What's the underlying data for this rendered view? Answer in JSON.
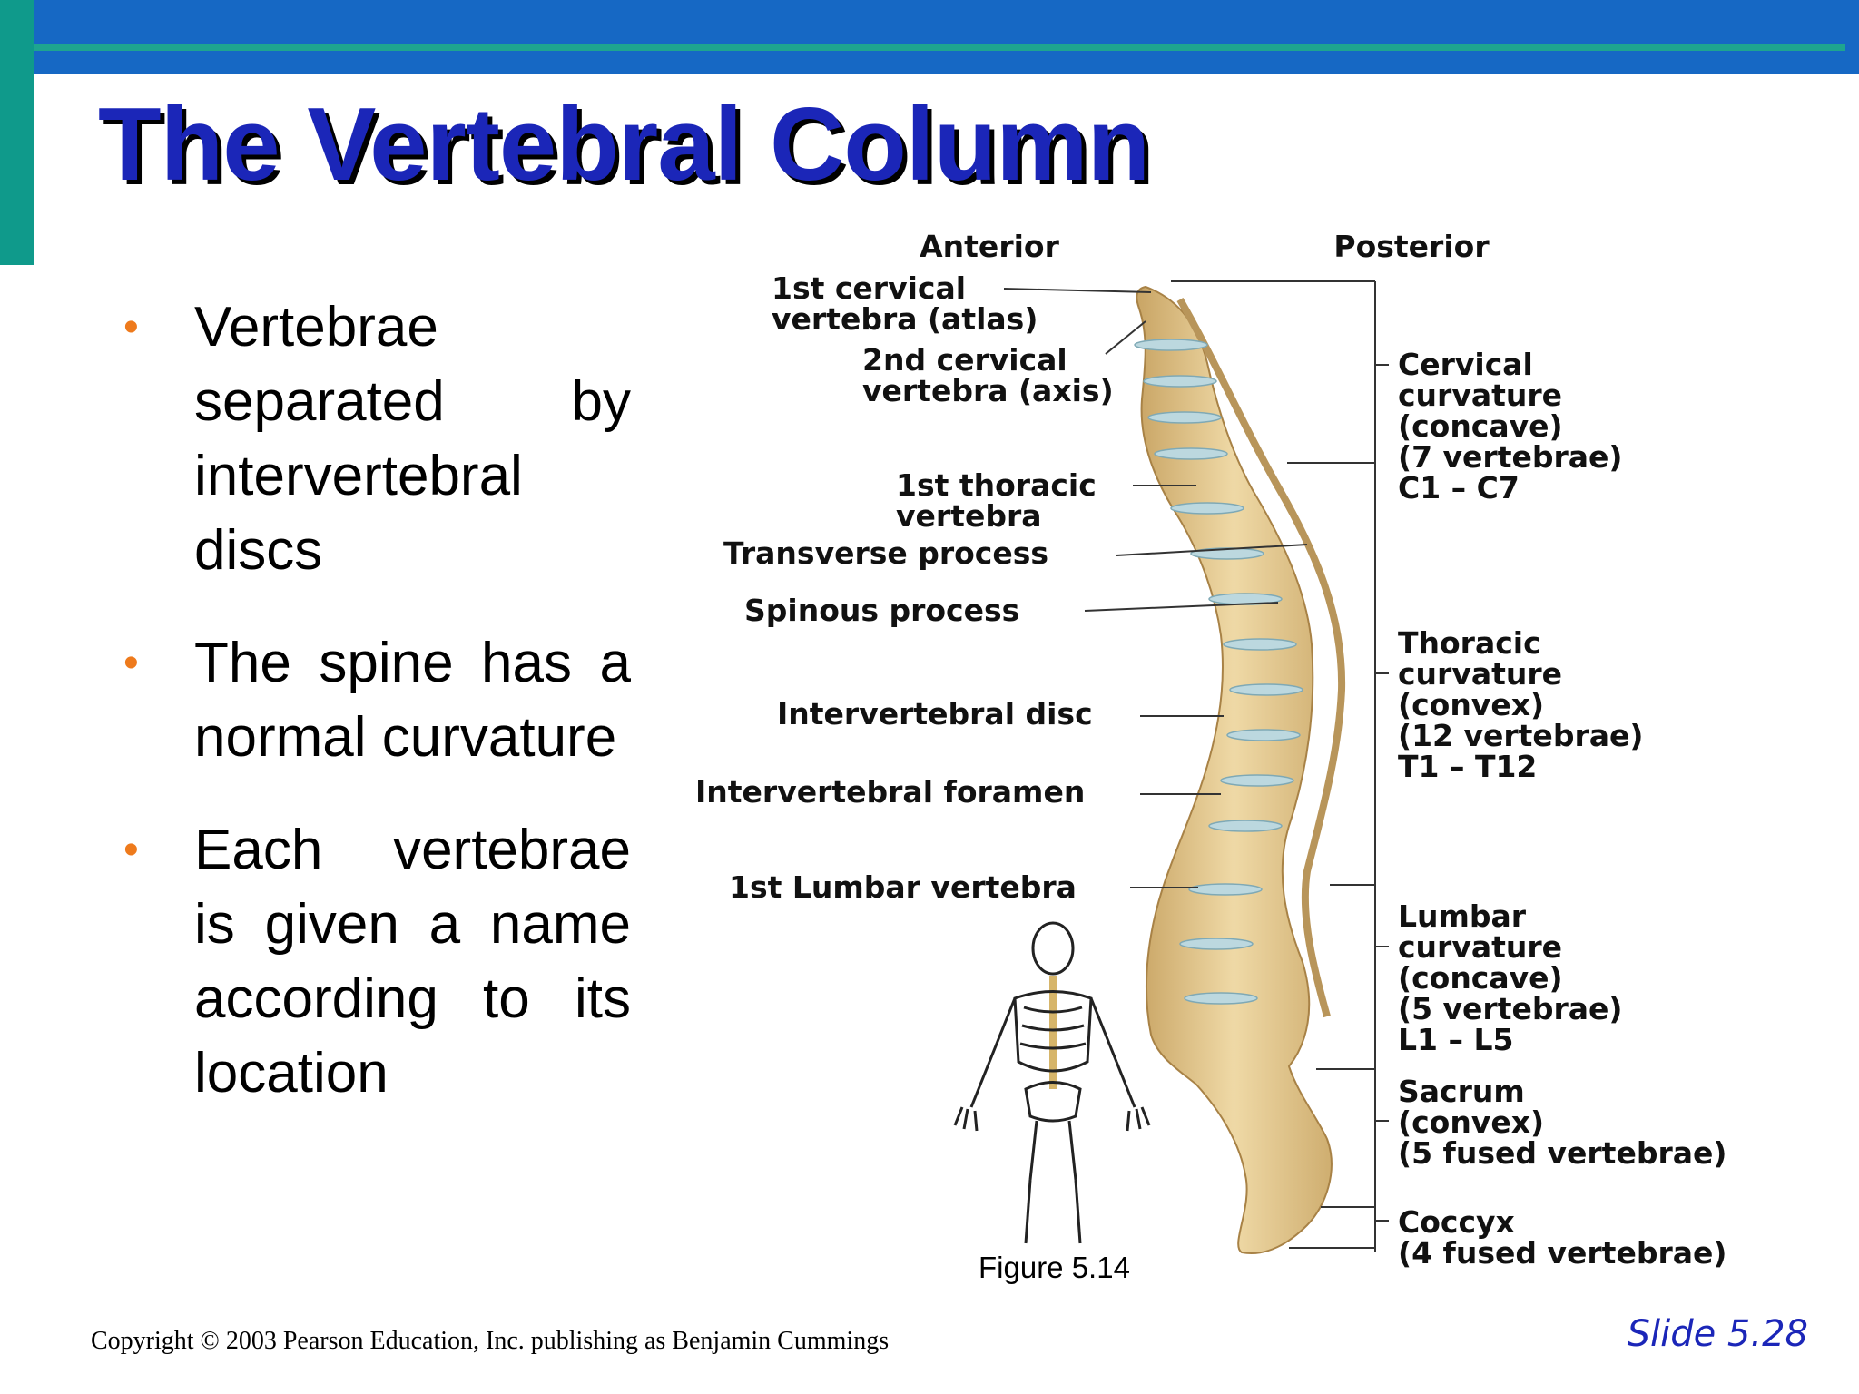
{
  "slide": {
    "title": "The Vertebral Column",
    "bullets": [
      "Vertebrae separated by intervertebral discs",
      "The spine has a normal curvature",
      "Each vertebrae is given a name according to its location"
    ],
    "colors": {
      "title": "#1b26b8",
      "bullet_marker": "#ee7a1c",
      "top_bar": "#1668c4",
      "accent_bar": "#0f9a8b",
      "bone": "#e6cc94",
      "disc": "#b9d6de"
    }
  },
  "figure": {
    "headers": {
      "anterior": "Anterior",
      "posterior": "Posterior"
    },
    "left_labels": [
      [
        "1st cervical",
        "vertebra (atlas)"
      ],
      [
        "2nd cervical",
        "vertebra (axis)"
      ],
      [
        "1st thoracic",
        "vertebra"
      ],
      [
        "Transverse process"
      ],
      [
        "Spinous process"
      ],
      [
        "Intervertebral disc"
      ],
      [
        "Intervertebral foramen"
      ],
      [
        "1st Lumbar vertebra"
      ]
    ],
    "regions": [
      {
        "name": "Cervical",
        "lines": [
          "curvature",
          "(concave)",
          "(7 vertebrae)"
        ],
        "range": "C1 – C7"
      },
      {
        "name": "Thoracic",
        "lines": [
          "curvature",
          "(convex)",
          "(12 vertebrae)"
        ],
        "range": "T1 – T12"
      },
      {
        "name": "Lumbar",
        "lines": [
          "curvature",
          "(concave)",
          "(5 vertebrae)"
        ],
        "range": "L1 – L5"
      },
      {
        "name": "Sacrum",
        "lines": [
          "(convex)",
          "(5 fused vertebrae)"
        ],
        "range": ""
      },
      {
        "name": "Coccyx",
        "lines": [
          "(4 fused vertebrae)"
        ],
        "range": ""
      }
    ],
    "caption": "Figure 5.14"
  },
  "footer": {
    "copyright": "Copyright © 2003 Pearson Education, Inc. publishing as Benjamin Cummings",
    "slide_number": "Slide 5.28"
  }
}
